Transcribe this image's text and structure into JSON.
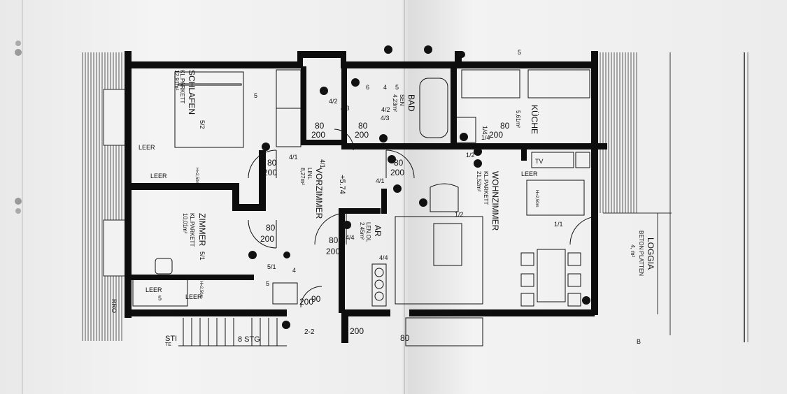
{
  "plan": {
    "rooms": {
      "schlafen": {
        "name": "SCHLAFEN",
        "floor": "KL.PARKETT",
        "area": "12,91m²",
        "door": "5/2"
      },
      "zimmer": {
        "name": "ZIMMER",
        "floor": "KL.PARKETT",
        "area": "10,01m²",
        "door": "5/1"
      },
      "vorzimmer": {
        "name": "VORZIMMER",
        "floor": "LINL",
        "area": "8,27m²",
        "door": "4/1"
      },
      "bad": {
        "name": "BAD",
        "floor": "SEN",
        "area": "4,23m²"
      },
      "ar": {
        "name": "AR",
        "floor": "LEN.OL",
        "area": "2,45m²"
      },
      "wohnzimmer": {
        "name": "WOHNZIMMER",
        "floor": "KL.PARKETT",
        "area": "21,52m²"
      },
      "kueche": {
        "name": "KÜCHE",
        "area": "5,61m²",
        "door": "1/4"
      },
      "loggia": {
        "name": "LOGGIA",
        "floor": "BETON PLATTEN",
        "area": "4,   m²"
      }
    },
    "doors": {
      "d1": {
        "w": "80",
        "h": "200"
      },
      "d2": {
        "w": "80",
        "h": "200"
      },
      "d3": {
        "w": "80",
        "h": "200"
      },
      "d4": {
        "w": "80",
        "h": "200"
      },
      "d5": {
        "w": "80",
        "h": "200"
      },
      "d6": {
        "w": "80",
        "h": "200"
      },
      "d7": {
        "w": "80",
        "h": "200"
      },
      "d8": {
        "w": "80",
        "h": "200"
      },
      "d9": {
        "w": "90",
        "h": "200"
      }
    },
    "labels": {
      "level": "+5.74",
      "stairs": "8 STG",
      "stair_head": "STI",
      "stair_sub": "TE",
      "section": "2-2",
      "b_mark": "B",
      "rro": "RRO",
      "leer_1": "LEER",
      "leer_2": "LEER",
      "leer_3": "LEER",
      "leer_4": "LEER",
      "leer_5": "LEER",
      "tv": "TV",
      "ceiling_1": "H=2,50m",
      "ceiling_2": "H=2,50m",
      "ceiling_3": "H=2,50m",
      "codes": [
        "4/2",
        "4/3",
        "4/2",
        "4/3",
        "4/1",
        "4/1",
        "4/4",
        "4/4",
        "1/2",
        "1/2",
        "1/1",
        "5/1",
        "1/4",
        "5",
        "5",
        "5",
        "4",
        "6",
        "4",
        "5",
        "5"
      ]
    }
  }
}
